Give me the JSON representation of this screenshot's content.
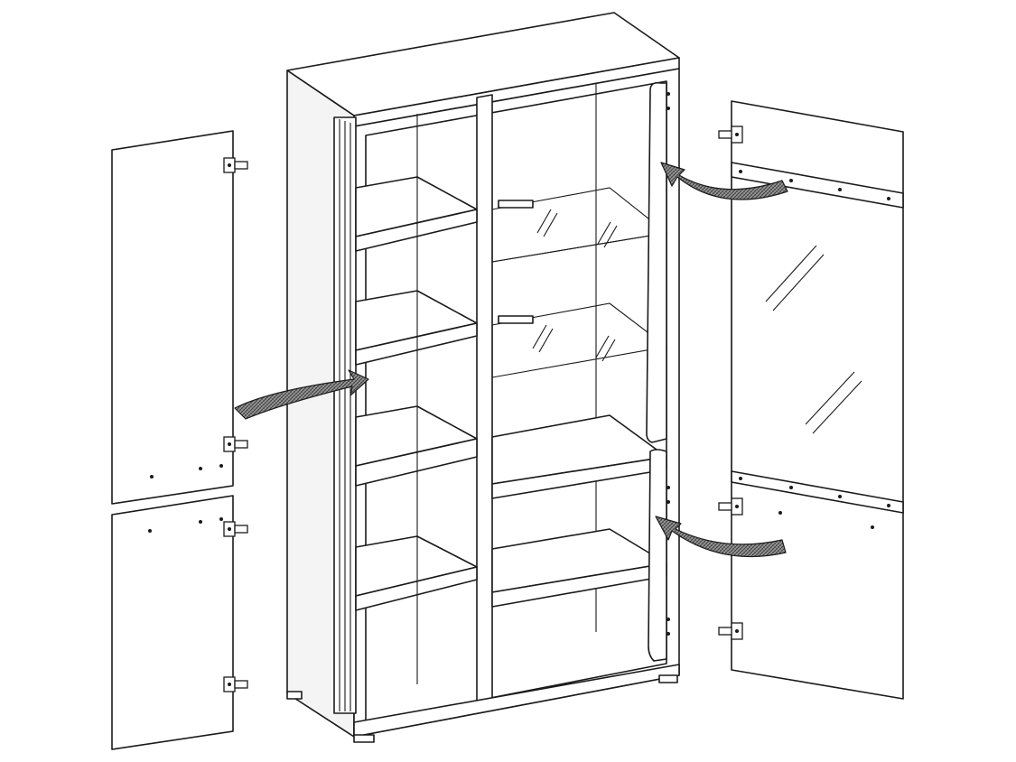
{
  "diagram": {
    "panels": [
      "cabinet",
      "left-upper-door",
      "left-lower-door",
      "right-glass-door"
    ],
    "arrows": [
      "arrow-left-to-cabinet",
      "arrow-right-upper-to-cabinet",
      "arrow-right-lower-to-cabinet"
    ],
    "ink_color": "#1a1a1a",
    "background_color": "#ffffff"
  }
}
